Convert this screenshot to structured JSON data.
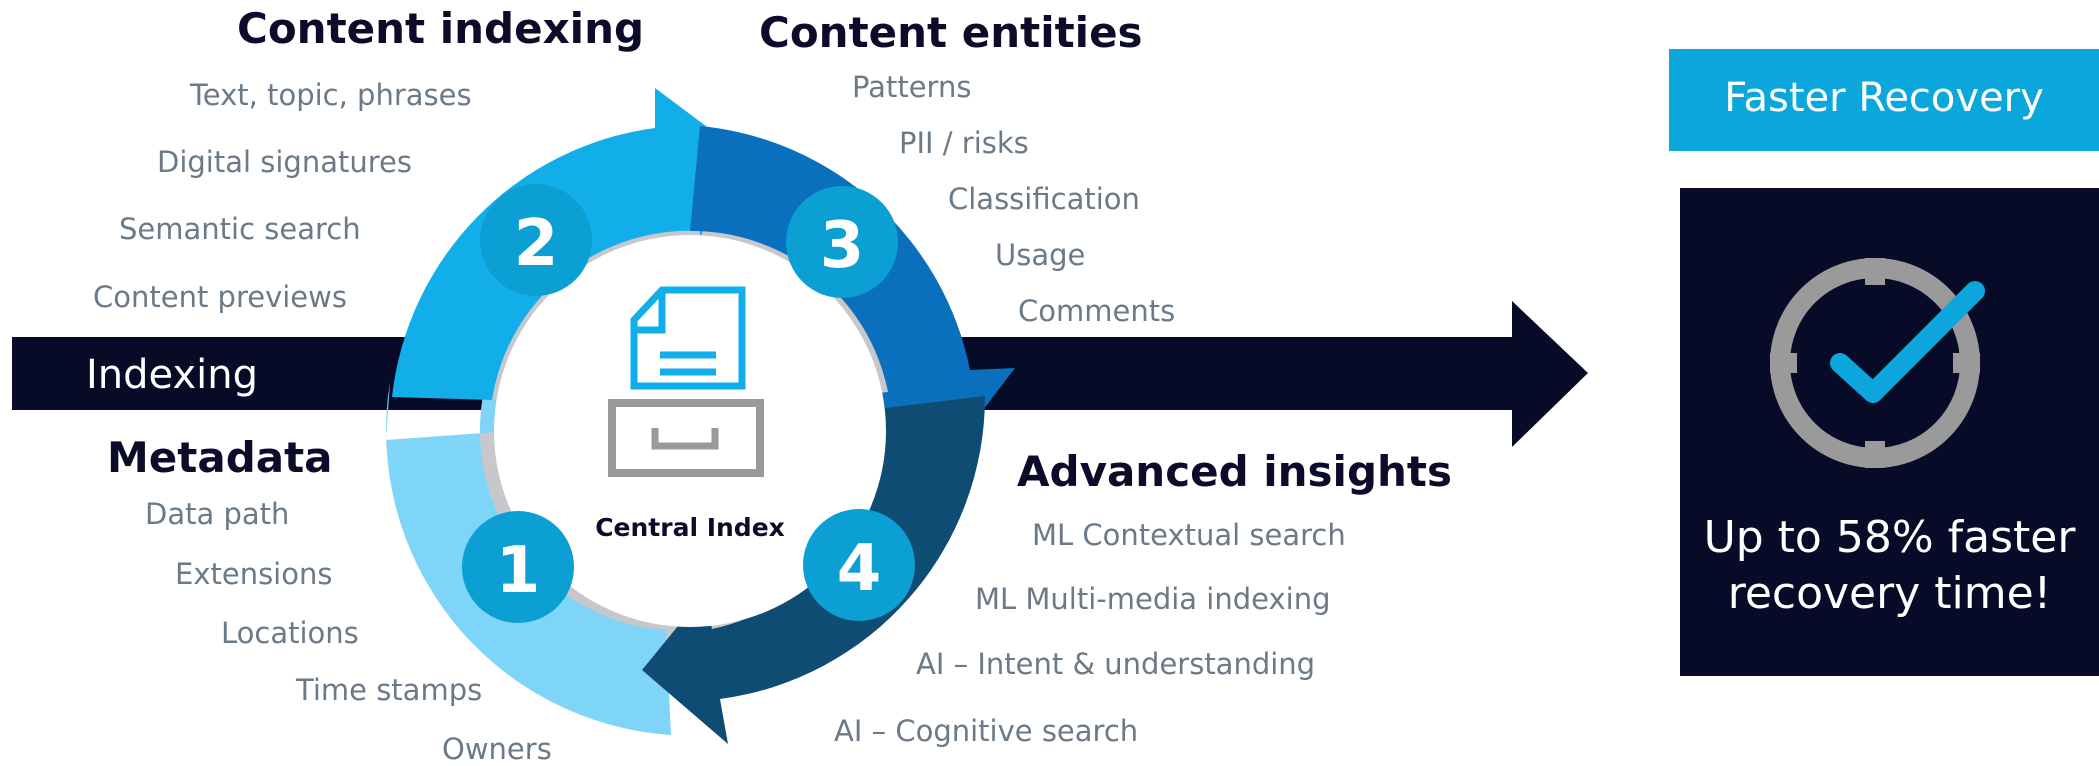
{
  "content_indexing": {
    "heading": "Content indexing",
    "items": [
      "Text, topic, phrases",
      "Digital signatures",
      "Semantic search",
      "Content previews"
    ]
  },
  "content_entities": {
    "heading": "Content entities",
    "items": [
      "Patterns",
      "PII / risks",
      "Classification",
      "Usage",
      "Comments"
    ]
  },
  "metadata": {
    "heading": "Metadata",
    "items": [
      "Data path",
      "Extensions",
      "Locations",
      "Time stamps",
      "Owners"
    ]
  },
  "advanced_insights": {
    "heading": "Advanced insights",
    "items": [
      "ML Contextual search",
      "ML Multi-media indexing",
      "AI – Intent & understanding",
      "AI – Cognitive search"
    ]
  },
  "arrow_label": "Indexing",
  "center_label": "Central Index",
  "steps": [
    "1",
    "2",
    "3",
    "4"
  ],
  "recovery": {
    "title": "Faster Recovery",
    "text": "Up to 58% faster recovery time!"
  },
  "colors": {
    "step1": "#7fd5f7",
    "step2": "#12aeea",
    "step3": "#0a6fbd",
    "step4": "#0f4c74",
    "dark": "#080b28",
    "accent": "#0aa6dc",
    "badge": "#0b9fd3",
    "icon_gray": "#9a9a9a"
  }
}
